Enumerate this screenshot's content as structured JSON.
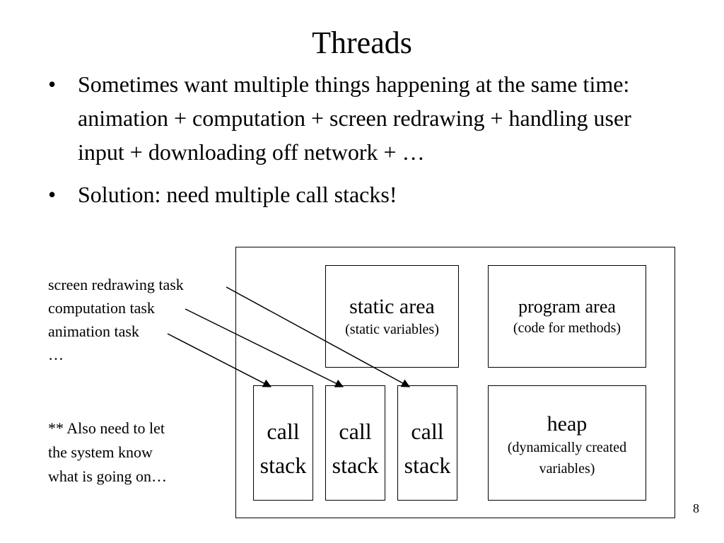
{
  "title": "Threads",
  "bullets": [
    {
      "marker": "•",
      "text": "Sometimes want multiple things happening at the same time: animation + computation + screen redrawing + handling user input + downloading off network + …"
    },
    {
      "marker": "•",
      "text": "Solution: need multiple call stacks!"
    }
  ],
  "tasks": [
    "screen redrawing task",
    "computation task",
    "animation task",
    "…"
  ],
  "diagram": {
    "static_area": {
      "label": "static area",
      "sub": "(static variables)"
    },
    "program_area": {
      "label": "program area",
      "sub": "(code for methods)"
    },
    "heap": {
      "label": "heap",
      "sub_line1": "(dynamically created",
      "sub_line2": "variables)"
    },
    "call_stacks": [
      {
        "line1": "call",
        "line2": "stack"
      },
      {
        "line1": "call",
        "line2": "stack"
      },
      {
        "line1": "call",
        "line2": "stack"
      }
    ]
  },
  "note": {
    "line1": "** Also need to let",
    "line2": "the system know",
    "line3": "what is going on…"
  },
  "page_number": "8"
}
